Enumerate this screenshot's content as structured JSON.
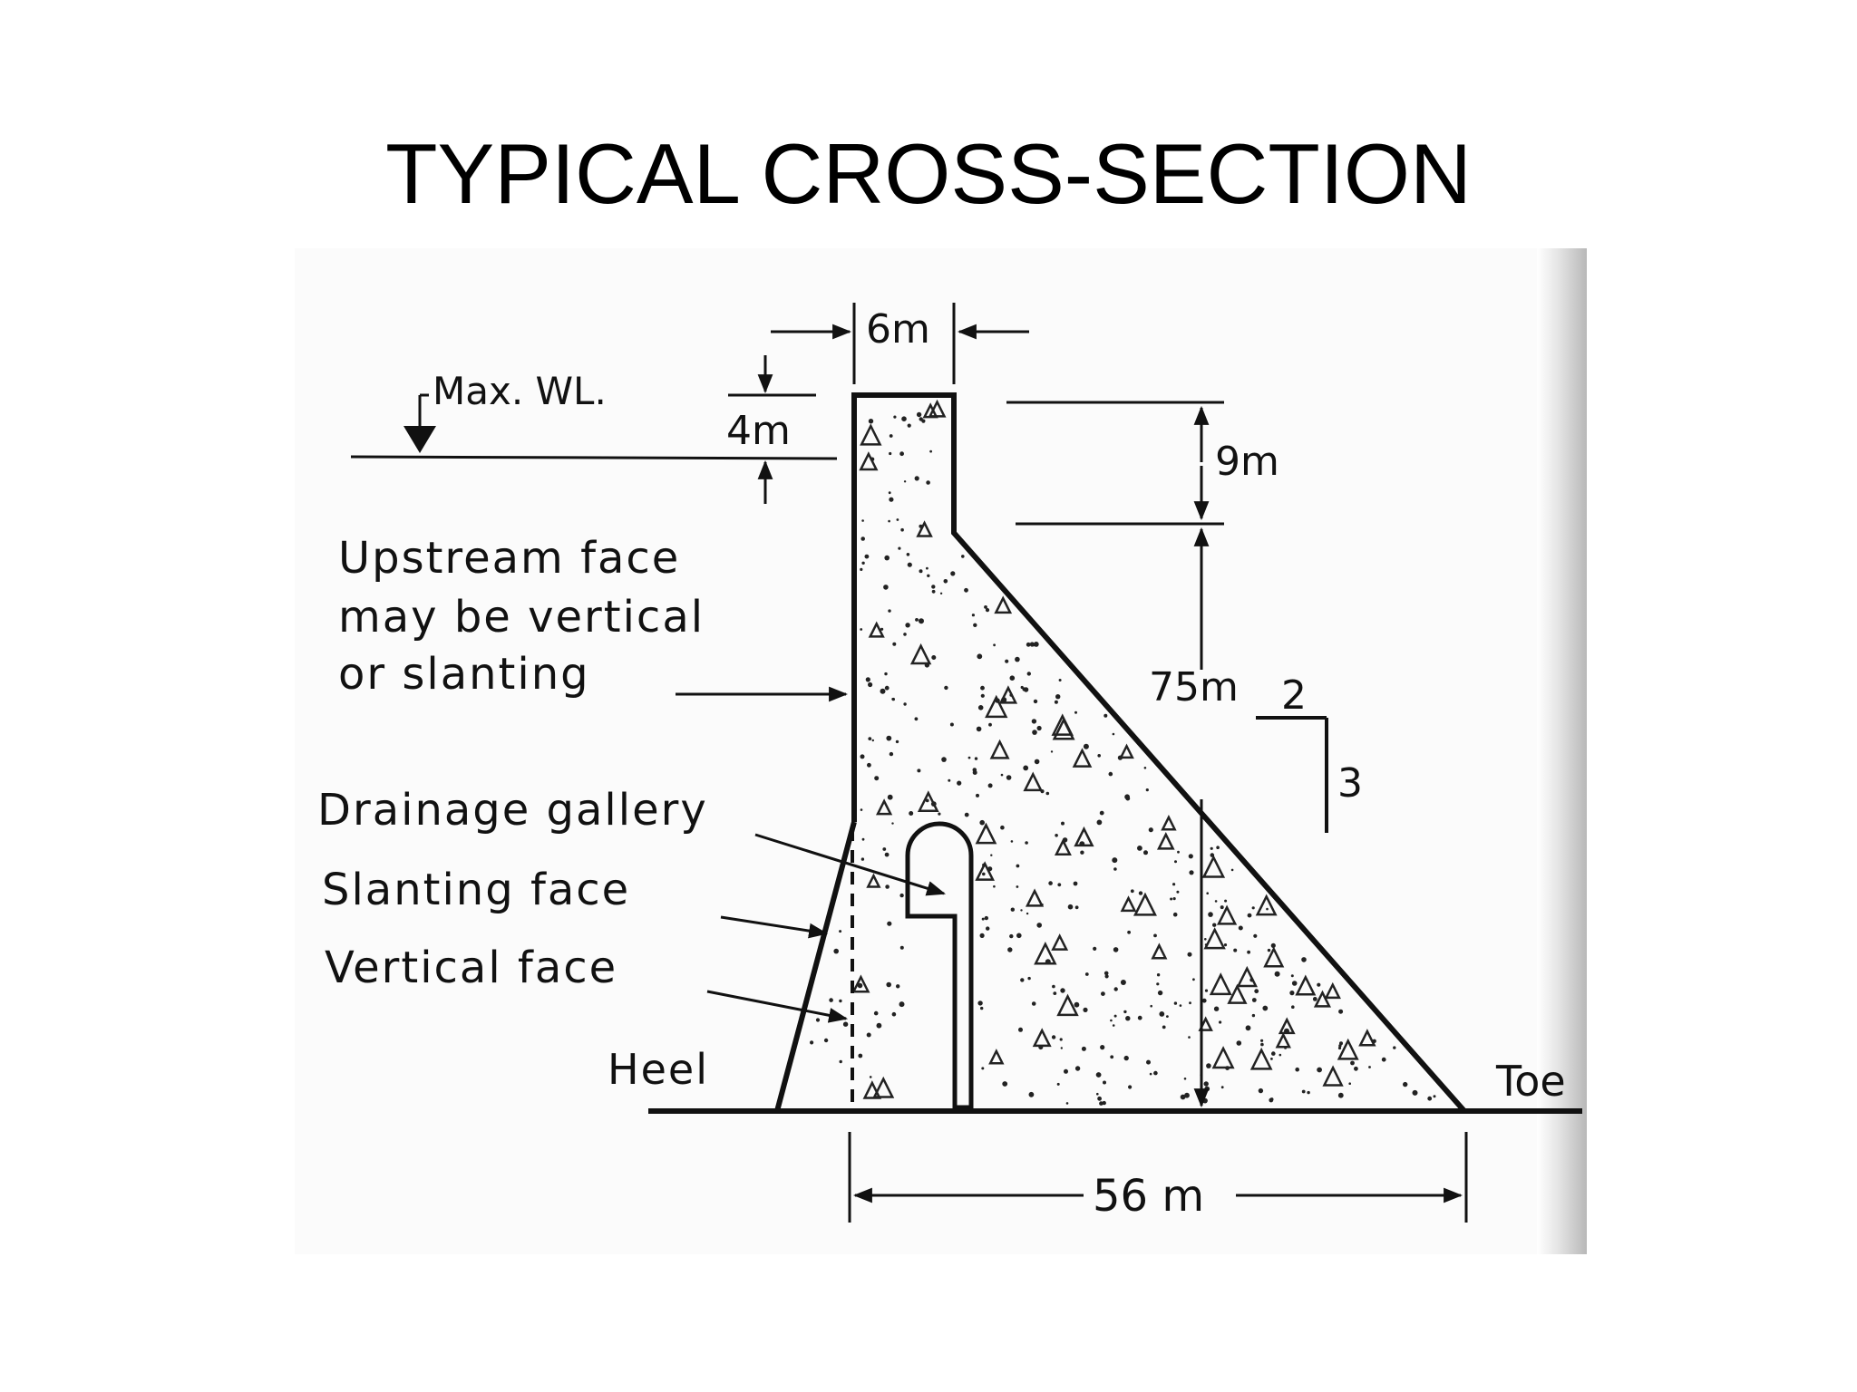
{
  "slide": {
    "title": "TYPICAL CROSS-SECTION"
  },
  "diagram": {
    "labels": {
      "top_width": "6m",
      "max_wl": "Max. WL.",
      "freeboard": "4m",
      "upper_height": "9m",
      "upstream_face_line1": "Upstream face",
      "upstream_face_line2": "may be vertical",
      "upstream_face_line3": "or slanting",
      "lower_height": "75m",
      "slope_run": "2",
      "slope_rise": "3",
      "drainage_gallery": "Drainage gallery",
      "slanting_face": "Slanting face",
      "vertical_face": "Vertical face",
      "heel": "Heel",
      "toe": "Toe",
      "base_width": "56 m"
    }
  },
  "colors": {
    "ink": "#111111",
    "paper": "#fafafa",
    "shadow": "#bdbdbd"
  }
}
